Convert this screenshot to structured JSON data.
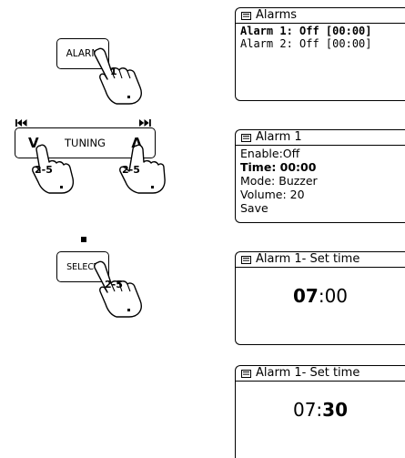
{
  "step1": {
    "button_label": "ALARM",
    "hand_label": "1",
    "screen": {
      "title": "Alarms",
      "items": [
        {
          "text": "Alarm 1: Off [00:00]",
          "selected": true
        },
        {
          "text": "Alarm 2: Off [00:00]",
          "selected": false
        }
      ]
    }
  },
  "step2": {
    "prev_icon": "skip-back-icon",
    "next_icon": "skip-forward-icon",
    "down_glyph": "V",
    "tuning_label": "TUNING",
    "up_glyph": "Λ",
    "hand_left_label": "2-5",
    "hand_right_label": "2-5",
    "screen": {
      "title": "Alarm 1",
      "items": [
        {
          "text": "Enable:Off",
          "selected": false
        },
        {
          "text": "Time: 00:00",
          "selected": true
        },
        {
          "text": "Mode: Buzzer",
          "selected": false
        },
        {
          "text": "Volume: 20",
          "selected": false
        },
        {
          "text": "Save",
          "selected": false
        }
      ]
    }
  },
  "step3": {
    "stop_icon": "stop-icon",
    "button_label": "SELECT",
    "hand_label": "2-5",
    "screen_hours": {
      "title": "Alarm 1- Set time",
      "hours": "07",
      "separator": ":",
      "minutes": "00",
      "bold_part": "hours"
    },
    "screen_minutes": {
      "title": "Alarm 1- Set time",
      "hours": "07",
      "separator": ":",
      "minutes": "30",
      "bold_part": "minutes"
    }
  }
}
